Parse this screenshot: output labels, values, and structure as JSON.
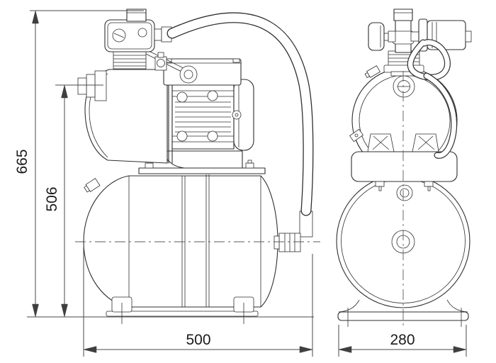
{
  "drawing": {
    "kind": "technical-dimension-drawing",
    "subject": "booster pump unit with horizontal pressure tank, side view (left) and front view (right)",
    "views": {
      "side_view": "pump-unit-side-view",
      "front_view": "pump-unit-front-view"
    }
  },
  "dimension_annotations": {
    "overall_height": {
      "value": "665",
      "orientation": "vertical"
    },
    "inlet_height": {
      "value": "506",
      "orientation": "vertical"
    },
    "overall_depth": {
      "value": "500",
      "orientation": "horizontal"
    },
    "overall_width": {
      "value": "280",
      "orientation": "horizontal"
    }
  },
  "parts": {
    "side_view": [
      "pressure-switch-box",
      "switch-cap",
      "cable-gland",
      "flexible-hose",
      "threaded-stack",
      "pump-housing",
      "suction-inlet-stub",
      "motor-terminal-box",
      "motor-fin-block",
      "motor-end-cap",
      "support-bracket",
      "pressure-tank",
      "air-valve",
      "tank-feet",
      "elbow-fitting"
    ],
    "front_view": [
      "pressure-gauge",
      "discharge-valve-pipe",
      "pressure-switch-cylinder",
      "switch-cable-loops",
      "threaded-collar",
      "pump-body-circle",
      "priming-plug",
      "support-bracket",
      "tank-circle",
      "tank-center-plug",
      "tank-air-valve",
      "tank-base"
    ]
  },
  "colors": {
    "line": "#2f2f2f",
    "dimension": "#3f3f3f",
    "background": "#ffffff"
  }
}
